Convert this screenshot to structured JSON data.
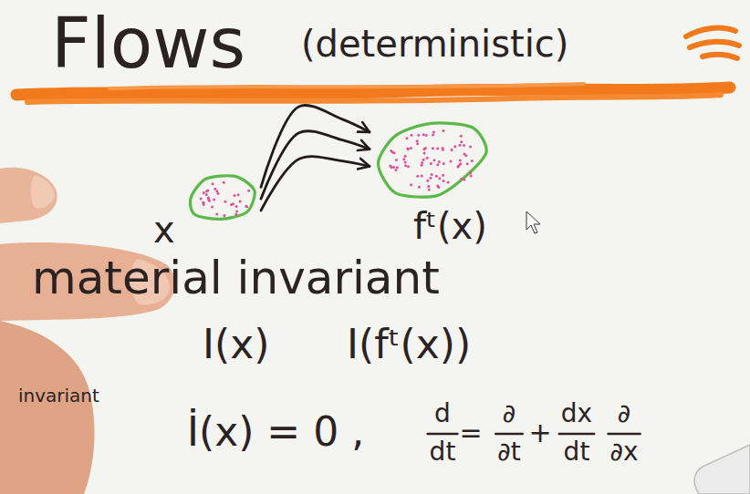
{
  "diagram": {
    "title": "Flows",
    "nodes": [
      {
        "text": [
          "x"
        ]
      },
      {
        "text": [
          "fᵗ(x)"
        ]
      }
    ],
    "edges": [
      {
        "from": 0,
        "to": 1,
        "arrow": "to"
      },
      {
        "from": 0,
        "to": 1,
        "arrow": "to"
      },
      {
        "from": 0,
        "to": 1,
        "arrow": "to"
      }
    ],
    "labels": [
      "(deterministic)",
      "material invariant",
      "I(x)",
      "I(fᵗ(x))",
      "invariant",
      "İ(x) = 0 ,",
      "d",
      "dt",
      "=",
      "∂",
      "∂t",
      "+",
      "dx",
      "dt",
      "∂",
      "∂x"
    ]
  }
}
